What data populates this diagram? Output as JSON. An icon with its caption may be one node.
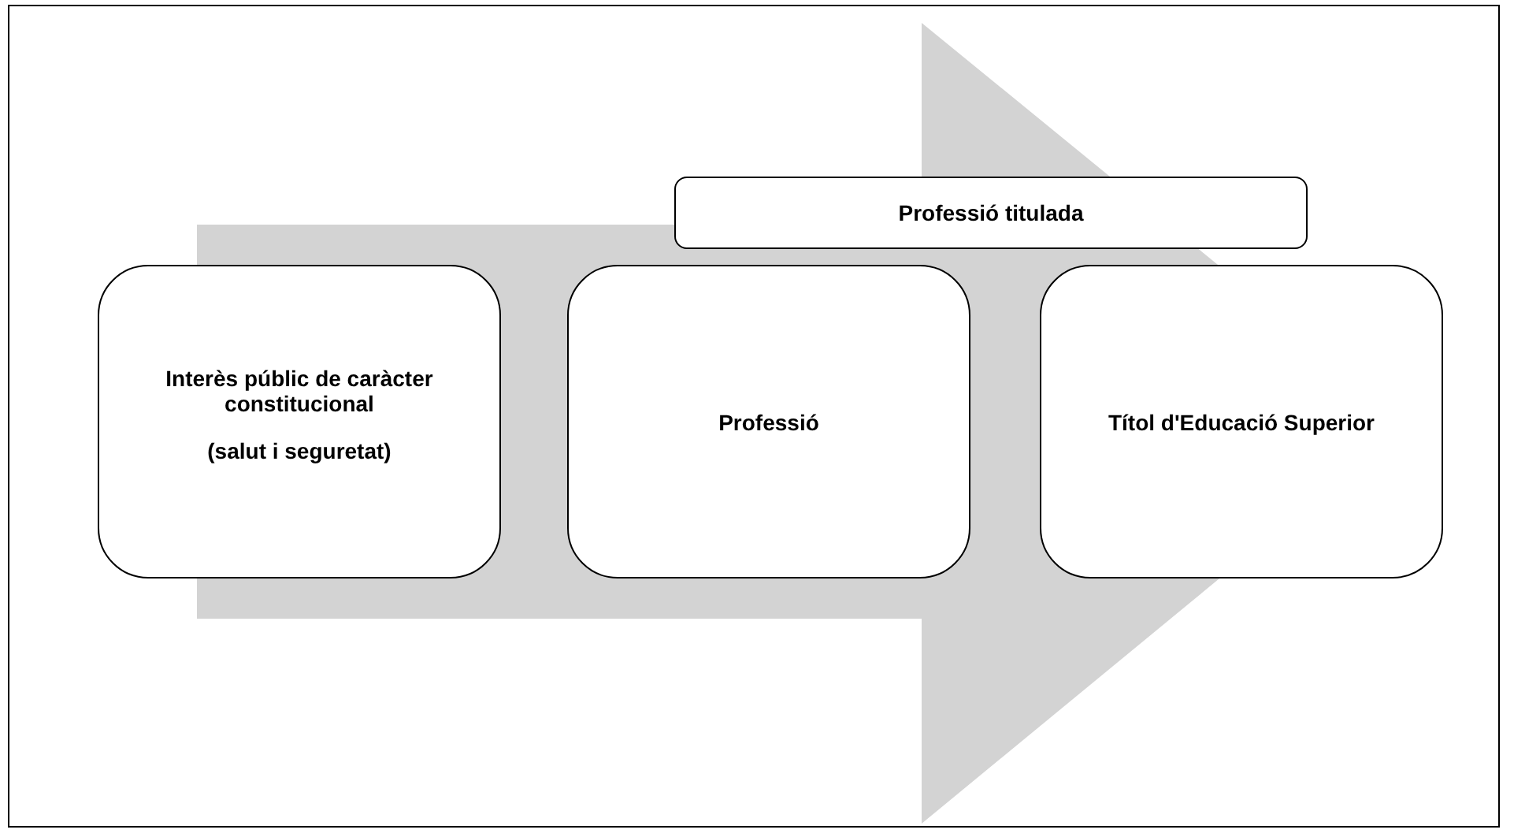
{
  "diagram": {
    "nodes": [
      {
        "text": [
          "Professió titulada"
        ]
      },
      {
        "text": [
          "Interès públic de caràcter constitucional",
          "(salut i seguretat)"
        ]
      },
      {
        "text": [
          "Professió"
        ]
      },
      {
        "text": [
          "Títol d'Educació Superior"
        ]
      }
    ],
    "edges": [
      {
        "from": 1,
        "to": 3,
        "arrow": "to"
      }
    ]
  }
}
